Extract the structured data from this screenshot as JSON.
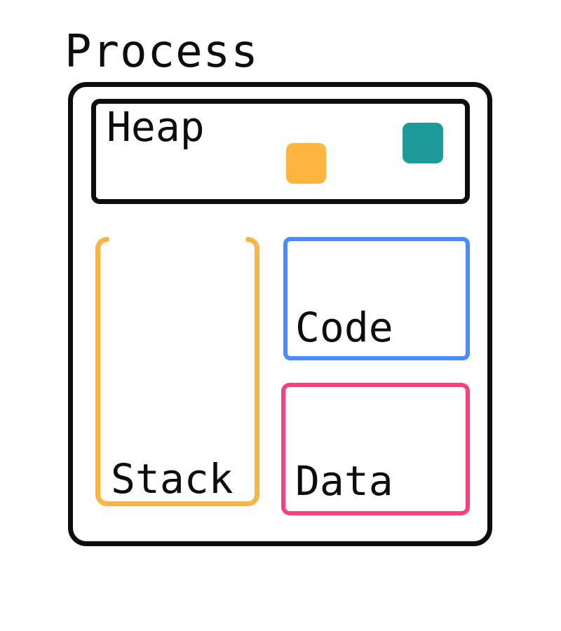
{
  "title": "Process",
  "diagram": {
    "heap": {
      "label": "Heap"
    },
    "stack": {
      "label": "Stack"
    },
    "code": {
      "label": "Code"
    },
    "data": {
      "label": "Data"
    },
    "heap_blocks": [
      {
        "name": "allocated-block-orange",
        "color": "#fdb541"
      },
      {
        "name": "allocated-block-teal",
        "color": "#1e9a9b"
      }
    ]
  },
  "colors": {
    "outline": "#0d0d0d",
    "orange": "#fdb541",
    "teal": "#1e9a9b",
    "blue": "#4a8cfa",
    "pink": "#f9407f",
    "background": "#ffffff",
    "text": "#0d0d0d"
  }
}
